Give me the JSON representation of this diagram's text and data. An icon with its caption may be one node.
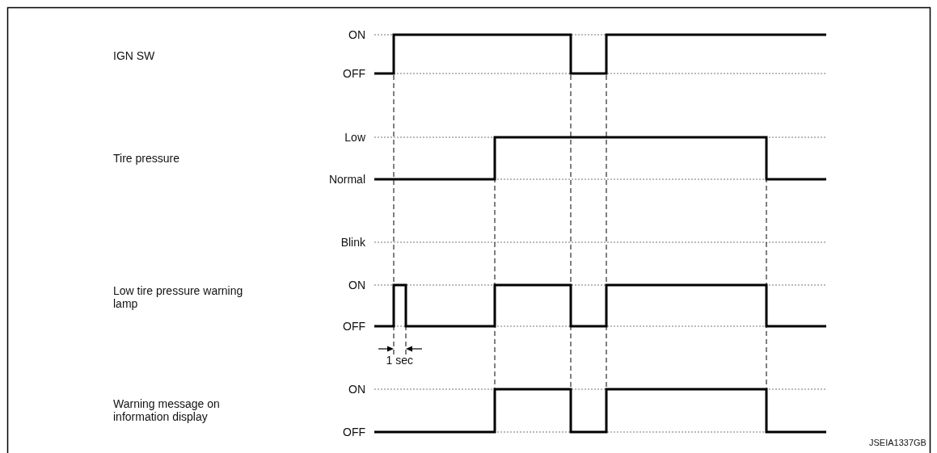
{
  "diagram": {
    "labels": [
      "ON",
      "IGN SW",
      "OFF",
      "Low",
      "Tire pressure",
      "Normal",
      "Blink",
      "Low tire pressure warning lamp",
      "ON",
      "OFF",
      "1 sec",
      "ON",
      "Warning message on information display",
      "OFF",
      "JSEIA1337GB"
    ]
  }
}
